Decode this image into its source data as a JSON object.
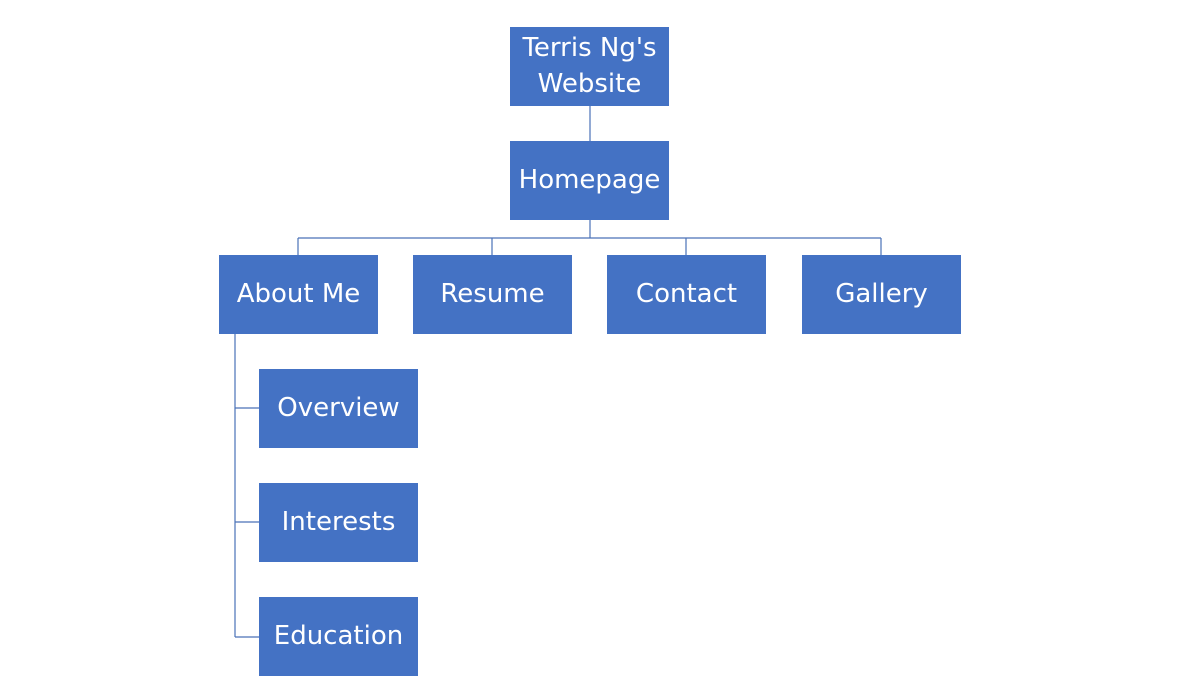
{
  "root": {
    "label": "Terris Ng's Website"
  },
  "homepage": {
    "label": "Homepage"
  },
  "sections": [
    {
      "label": "About Me"
    },
    {
      "label": "Resume"
    },
    {
      "label": "Contact"
    },
    {
      "label": "Gallery"
    }
  ],
  "about_children": [
    {
      "label": "Overview"
    },
    {
      "label": "Interests"
    },
    {
      "label": "Education"
    }
  ],
  "colors": {
    "node_fill": "#4472c4",
    "node_text": "#ffffff",
    "connector": "#4a72b8"
  }
}
